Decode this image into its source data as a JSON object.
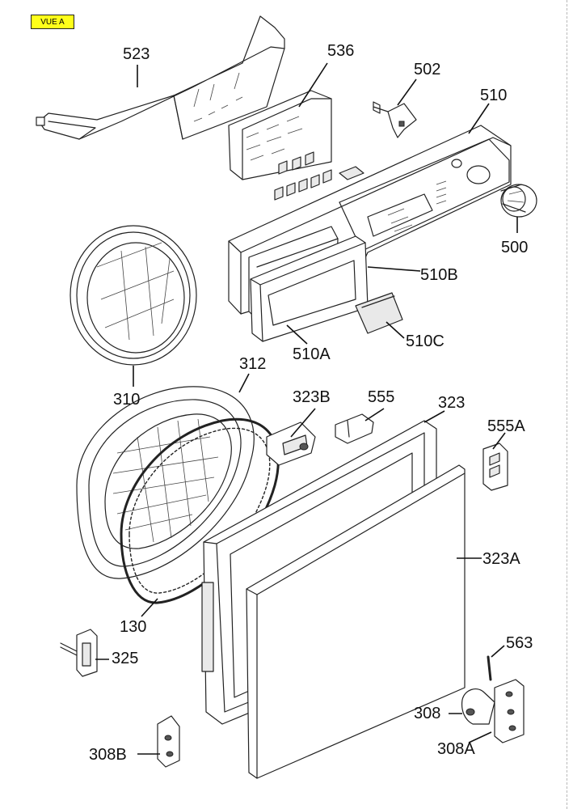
{
  "view_label": "VUE A",
  "labels": {
    "p523": "523",
    "p536": "536",
    "p502": "502",
    "p510": "510",
    "p500": "500",
    "p510B": "510B",
    "p510A": "510A",
    "p510C": "510C",
    "p310": "310",
    "p312": "312",
    "p323B": "323B",
    "p555": "555",
    "p323": "323",
    "p555A": "555A",
    "p323A": "323A",
    "p130": "130",
    "p325": "325",
    "p563": "563",
    "p308": "308",
    "p308A": "308A",
    "p308B": "308B"
  }
}
